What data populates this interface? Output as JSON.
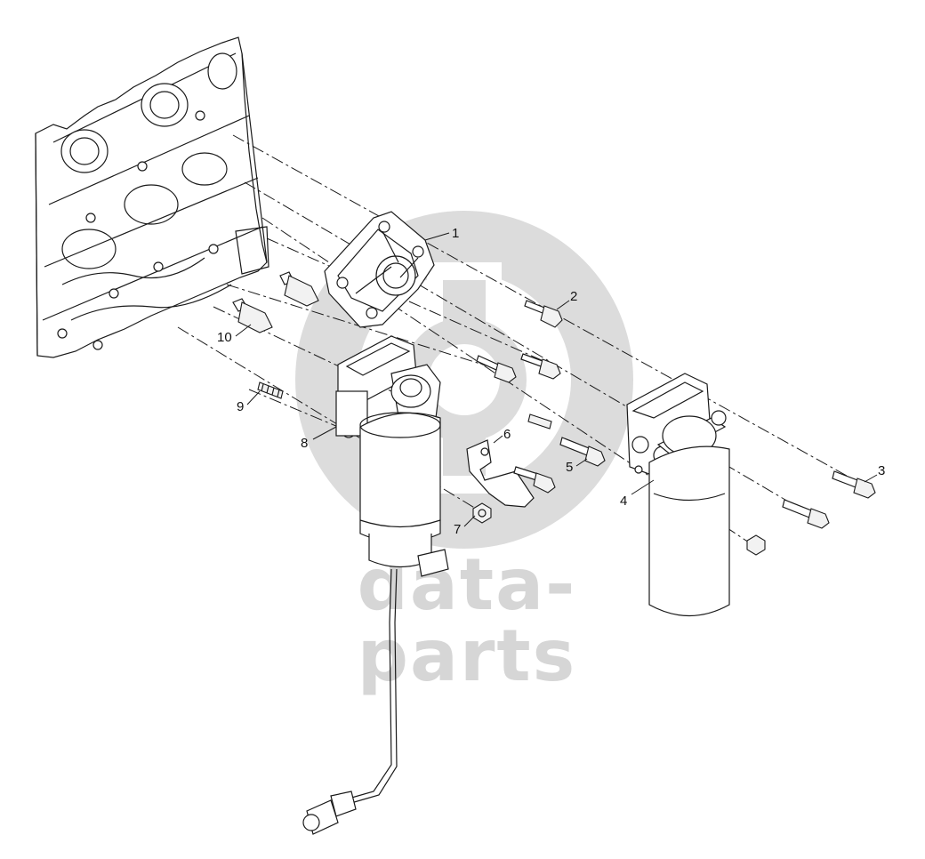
{
  "watermark": {
    "text": "data-parts",
    "color": "#d6d6d6"
  },
  "callouts": [
    {
      "number": "1",
      "part": "bracket"
    },
    {
      "number": "2",
      "part": "bolt"
    },
    {
      "number": "3",
      "part": "bolt"
    },
    {
      "number": "4",
      "part": "oil filter"
    },
    {
      "number": "5",
      "part": "bolt"
    },
    {
      "number": "6",
      "part": "clip bracket"
    },
    {
      "number": "7",
      "part": "nut"
    },
    {
      "number": "8",
      "part": "fuel filter"
    },
    {
      "number": "9",
      "part": "stud"
    },
    {
      "number": "10",
      "part": "spacer"
    }
  ]
}
